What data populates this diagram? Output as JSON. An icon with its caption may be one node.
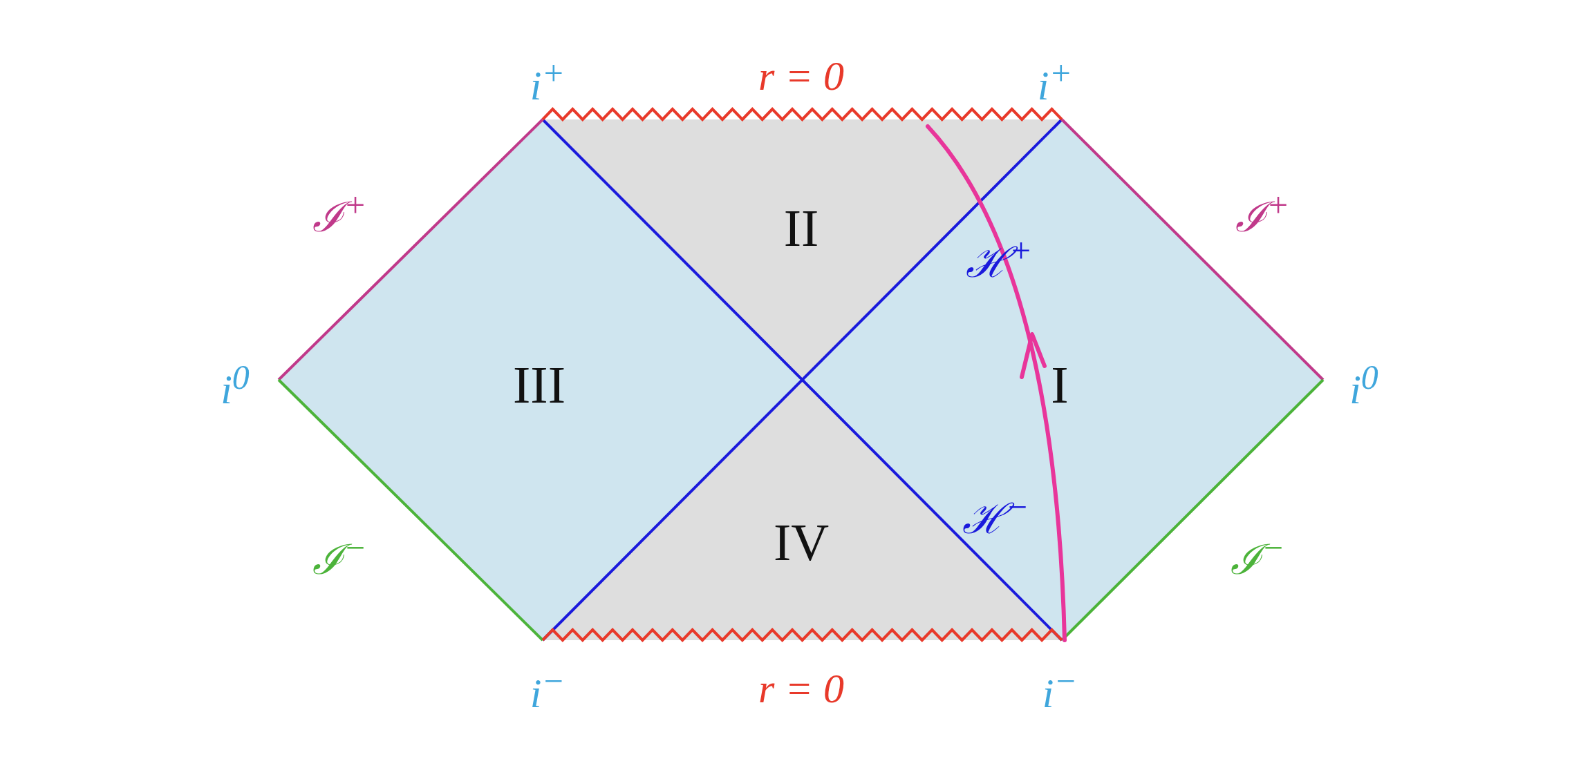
{
  "diagram": {
    "nodes": [
      {
        "text": [
          "II"
        ]
      },
      {
        "text": [
          "III"
        ]
      },
      {
        "text": [
          "I"
        ]
      },
      {
        "text": [
          "IV"
        ]
      }
    ],
    "labels": [
      "i$^{+}$",
      "r = 0",
      "i$^{+}$",
      "ℐ$^{+}$",
      "ℐ$^{+}$",
      "ℋ$^{+}$",
      "i$^{0}$",
      "i$^{0}$",
      "ℋ$^{−}$",
      "ℐ$^{−}$",
      "ℐ$^{−}$",
      "i$^{−}$",
      "r = 0",
      "i$^{−}$"
    ]
  }
}
